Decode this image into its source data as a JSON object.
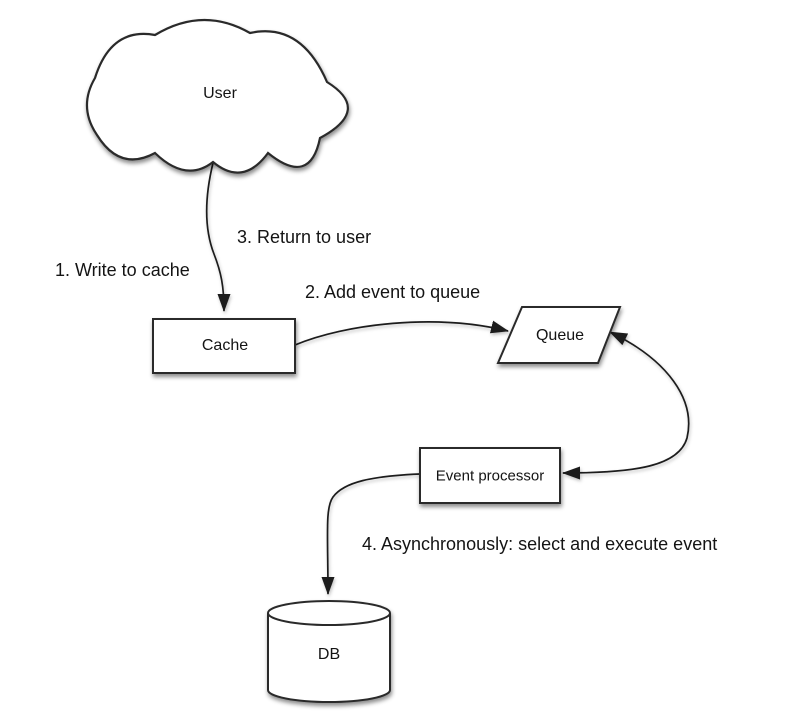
{
  "colors": {
    "background": "#ffffff",
    "line": "#1c1c1c",
    "node_stroke": "#2b2b2b",
    "node_fill": "#ffffff",
    "text": "#141414"
  },
  "nodes": {
    "user": {
      "label": "User",
      "shape": "cloud"
    },
    "cache": {
      "label": "Cache",
      "shape": "rectangle"
    },
    "queue": {
      "label": "Queue",
      "shape": "parallelogram"
    },
    "event_processor": {
      "label": "Event processor",
      "shape": "rectangle"
    },
    "db": {
      "label": "DB",
      "shape": "cylinder"
    }
  },
  "edge_labels": {
    "step1": "1. Write to cache",
    "step2": "2. Add event to queue",
    "step3": "3. Return to user",
    "step4": "4. Asynchronously: select and execute event"
  }
}
